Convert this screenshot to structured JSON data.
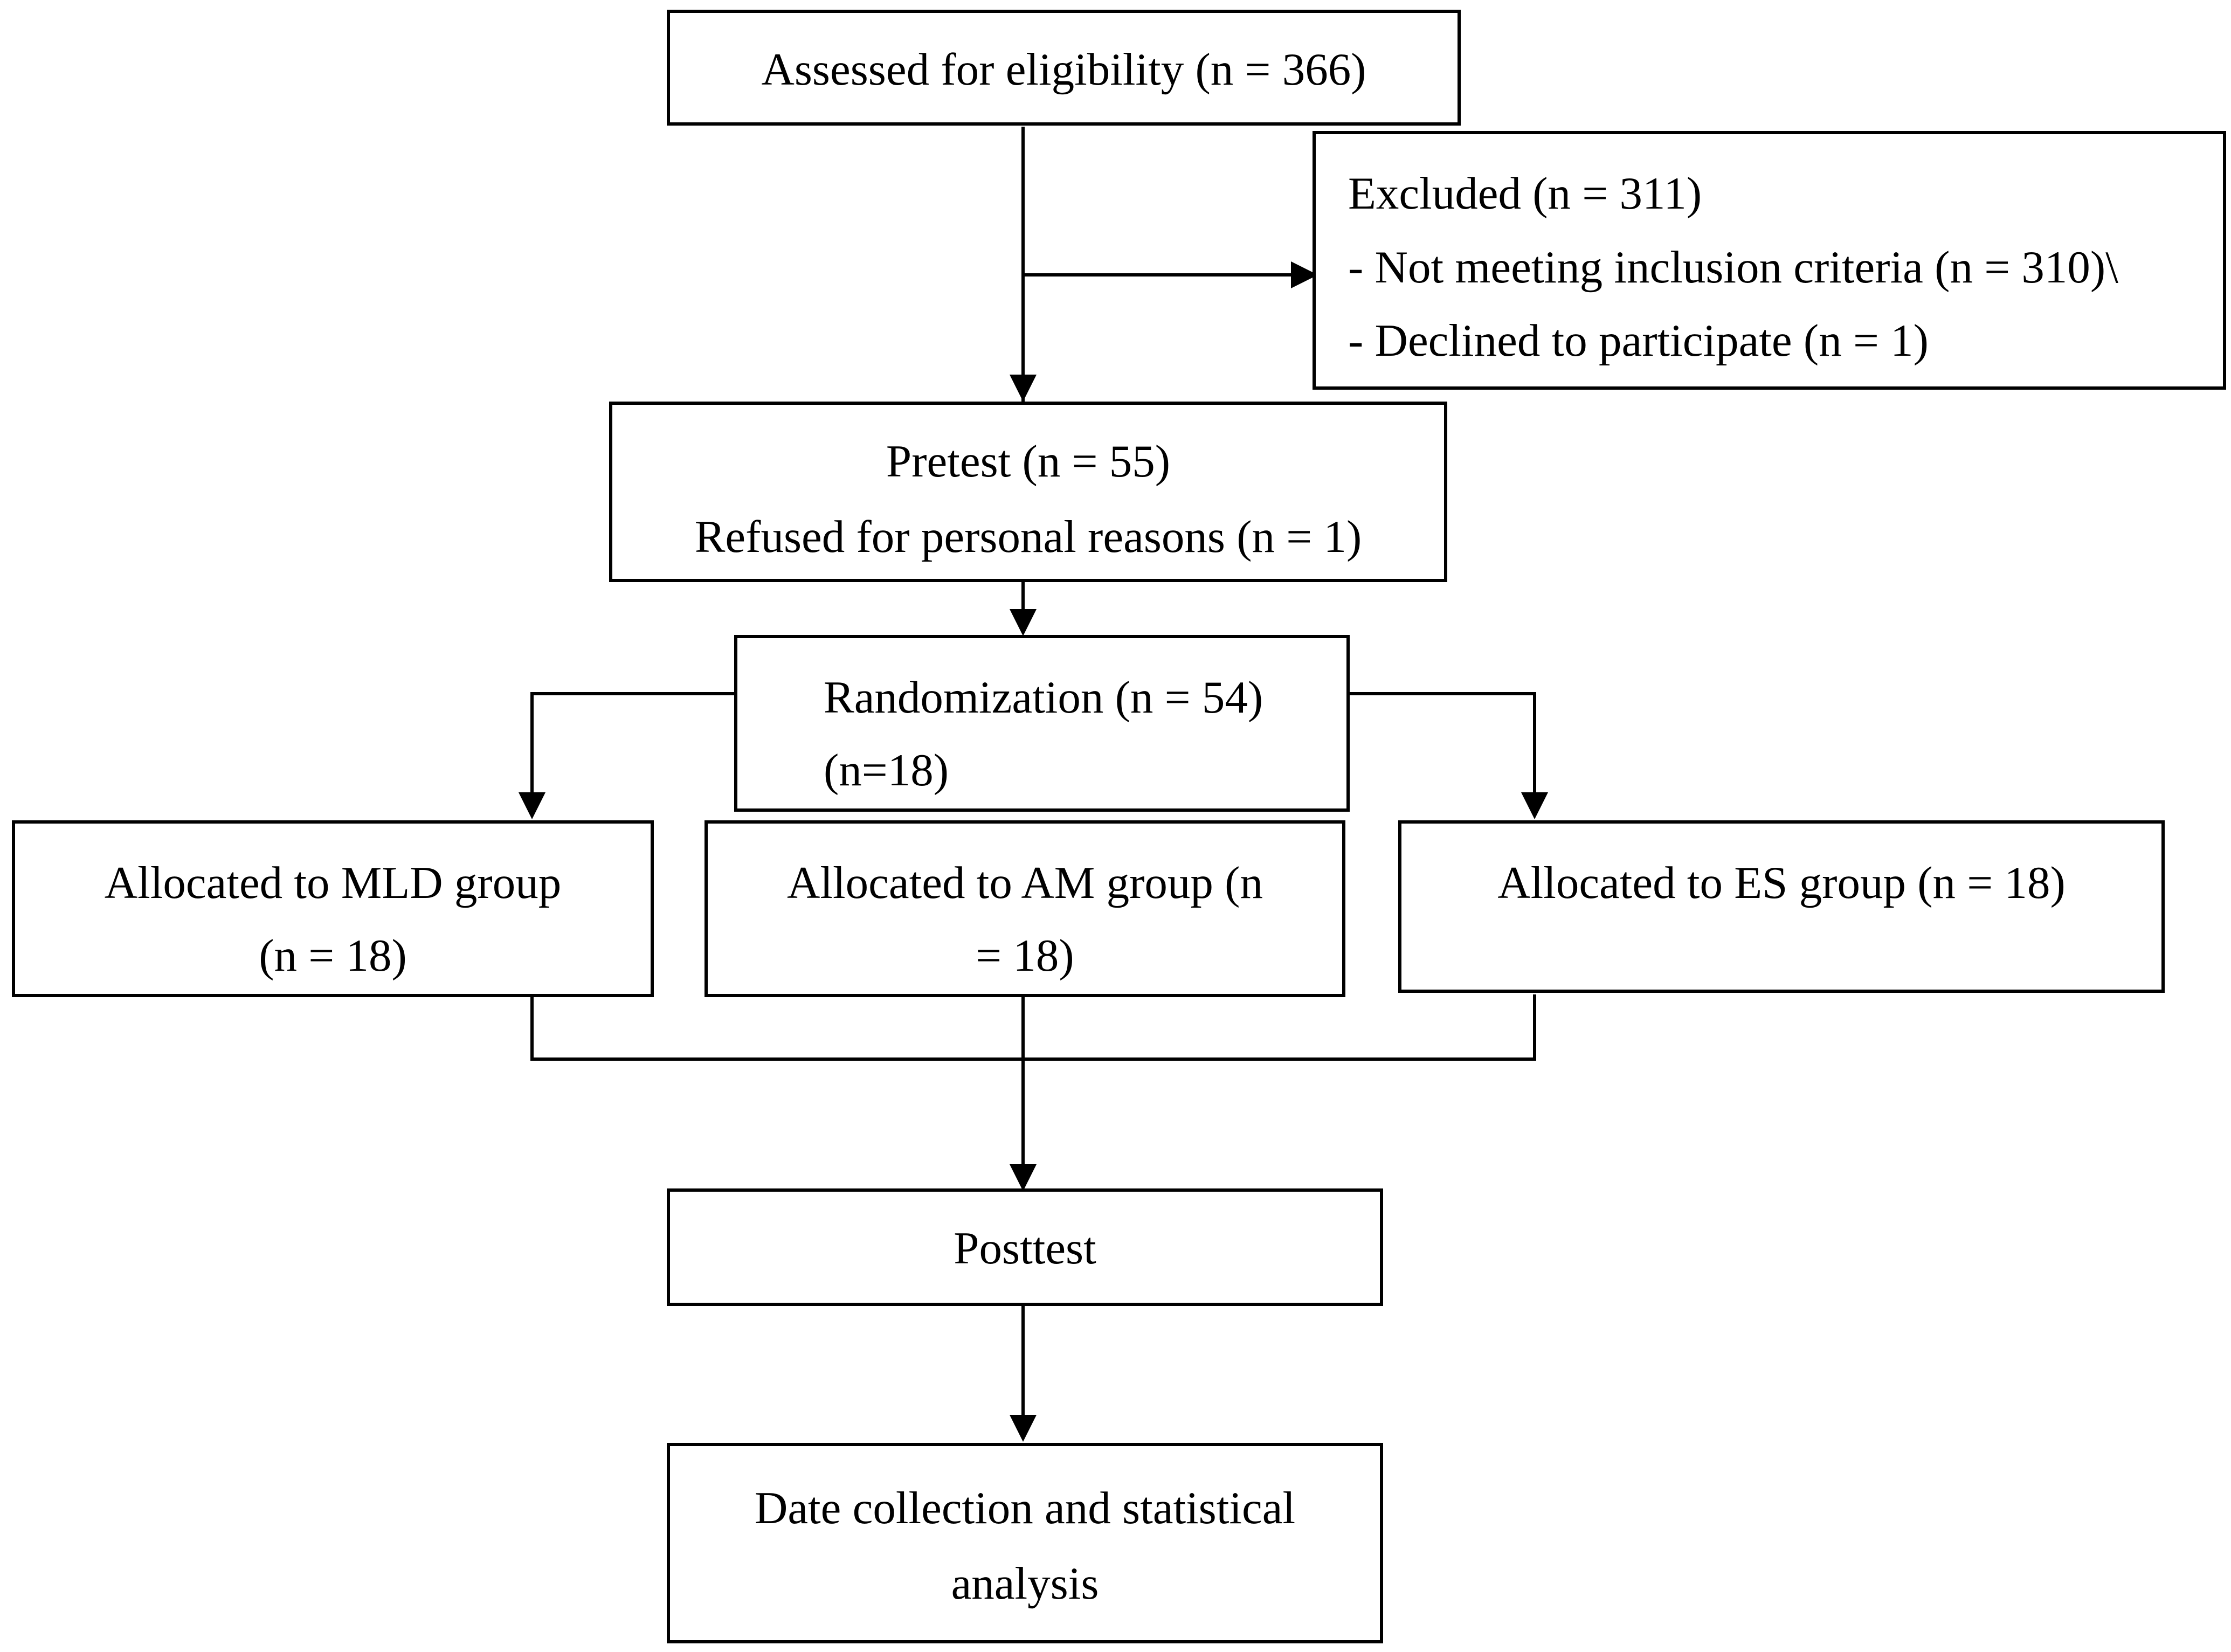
{
  "assessed": {
    "text": "Assessed for eligibility (n = 366)"
  },
  "excluded": {
    "title": "Excluded (n = 311)",
    "reason_1": "- Not meeting inclusion criteria (n = 310)\\",
    "reason_2": "- Declined to participate (n = 1)"
  },
  "pretest": {
    "line_1": "Pretest (n = 55)",
    "line_2": "Refused for personal reasons (n = 1)"
  },
  "randomization": {
    "line_1": "Randomization (n = 54)",
    "line_2": "(n=18)"
  },
  "mld_group": {
    "line_1": "Allocated to MLD group",
    "line_2": "(n = 18)"
  },
  "am_group": {
    "line_1": "Allocated to AM group (n",
    "line_2": "= 18)"
  },
  "es_group": {
    "line_1": "Allocated to ES group (n = 18)"
  },
  "posttest": {
    "text": "Posttest"
  },
  "analysis": {
    "line_1": "Date collection and statistical",
    "line_2": "analysis"
  }
}
